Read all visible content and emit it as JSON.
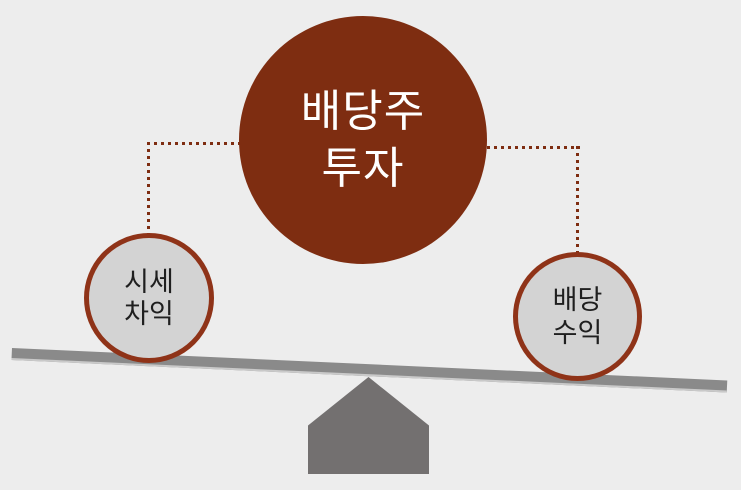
{
  "colors": {
    "background": "#EDEDED",
    "accent": "#7E2D11",
    "circleBorder": "#8F3318",
    "smallCircleFill": "#D3D3D3",
    "beamColor": "#8A8A8A",
    "beamEdge": "#C9C9C9",
    "fulcrumColor": "#737070",
    "mainText": "#FFFFFF",
    "smallText": "#1F1F1F"
  },
  "diagram": {
    "type": "seesaw-balance",
    "main_circle": {
      "label": "배당주\n투자"
    },
    "left_circle": {
      "label": "시세\n차익"
    },
    "right_circle": {
      "label": "배당\n수익"
    }
  }
}
